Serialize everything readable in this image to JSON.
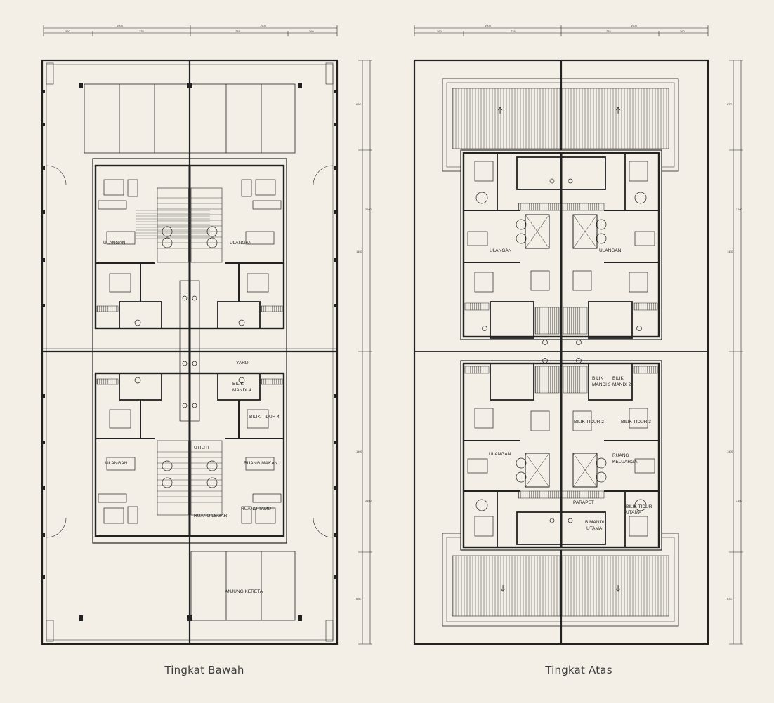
{
  "captions": {
    "left": "Tingkat Bawah",
    "right": "Tingkat Atas"
  },
  "dimensions": {
    "left_top_total_a": "1905",
    "left_top_total_b": "1905",
    "left_top_seg": [
      "360",
      "735",
      "735",
      "360"
    ],
    "right_top_total_a": "1905",
    "right_top_total_b": "1905",
    "right_top_seg": [
      "360",
      "735",
      "735",
      "360"
    ],
    "left_side": [
      "630",
      "1400",
      "2100",
      "1400",
      "2100",
      "630"
    ],
    "right_side": [
      "630",
      "1400",
      "2100",
      "1400",
      "2100",
      "630"
    ]
  },
  "ground_floor": {
    "rooms": {
      "ulangan_a": "ULANGAN",
      "ulangan_b": "ULANGAN",
      "ulangan_c": "ULANGAN",
      "yard": "YARD",
      "bilik_mandi_4a": "BILIK",
      "bilik_mandi_4b": "MANDI 4",
      "bilik_tidur_4": "BILIK TIDUR 4",
      "utiliti": "UTILITI",
      "ruang_makan": "RUANG MAKAN",
      "ruang_tamu": "RUANG TAMU",
      "ruang_legar": "RUANG LEGAR",
      "anjung_kereta": "ANJUNG KERETA"
    }
  },
  "first_floor": {
    "rooms": {
      "ulangan_a": "ULANGAN",
      "ulangan_b": "ULANGAN",
      "ulangan_c": "ULANGAN",
      "bilik_mandi_a": "BILIK",
      "bilik_mandi_b": "MANDI 3",
      "bilik_mandi_c": "BILIK",
      "bilik_mandi_d": "MANDI 2",
      "bilik_tidur_2": "BILIK TIDUR 2",
      "bilik_tidur_3": "BILIK TIDUR 3",
      "ruang_keluarga_a": "RUANG",
      "ruang_keluarga_b": "KELUARGA",
      "parapet": "PARAPET",
      "bilik_tidur_utama_a": "BILIK TIDUR",
      "bilik_tidur_utama_b": "UTAMA",
      "b_mandi_utama_a": "B.MANDI",
      "b_mandi_utama_b": "UTAMA"
    }
  }
}
